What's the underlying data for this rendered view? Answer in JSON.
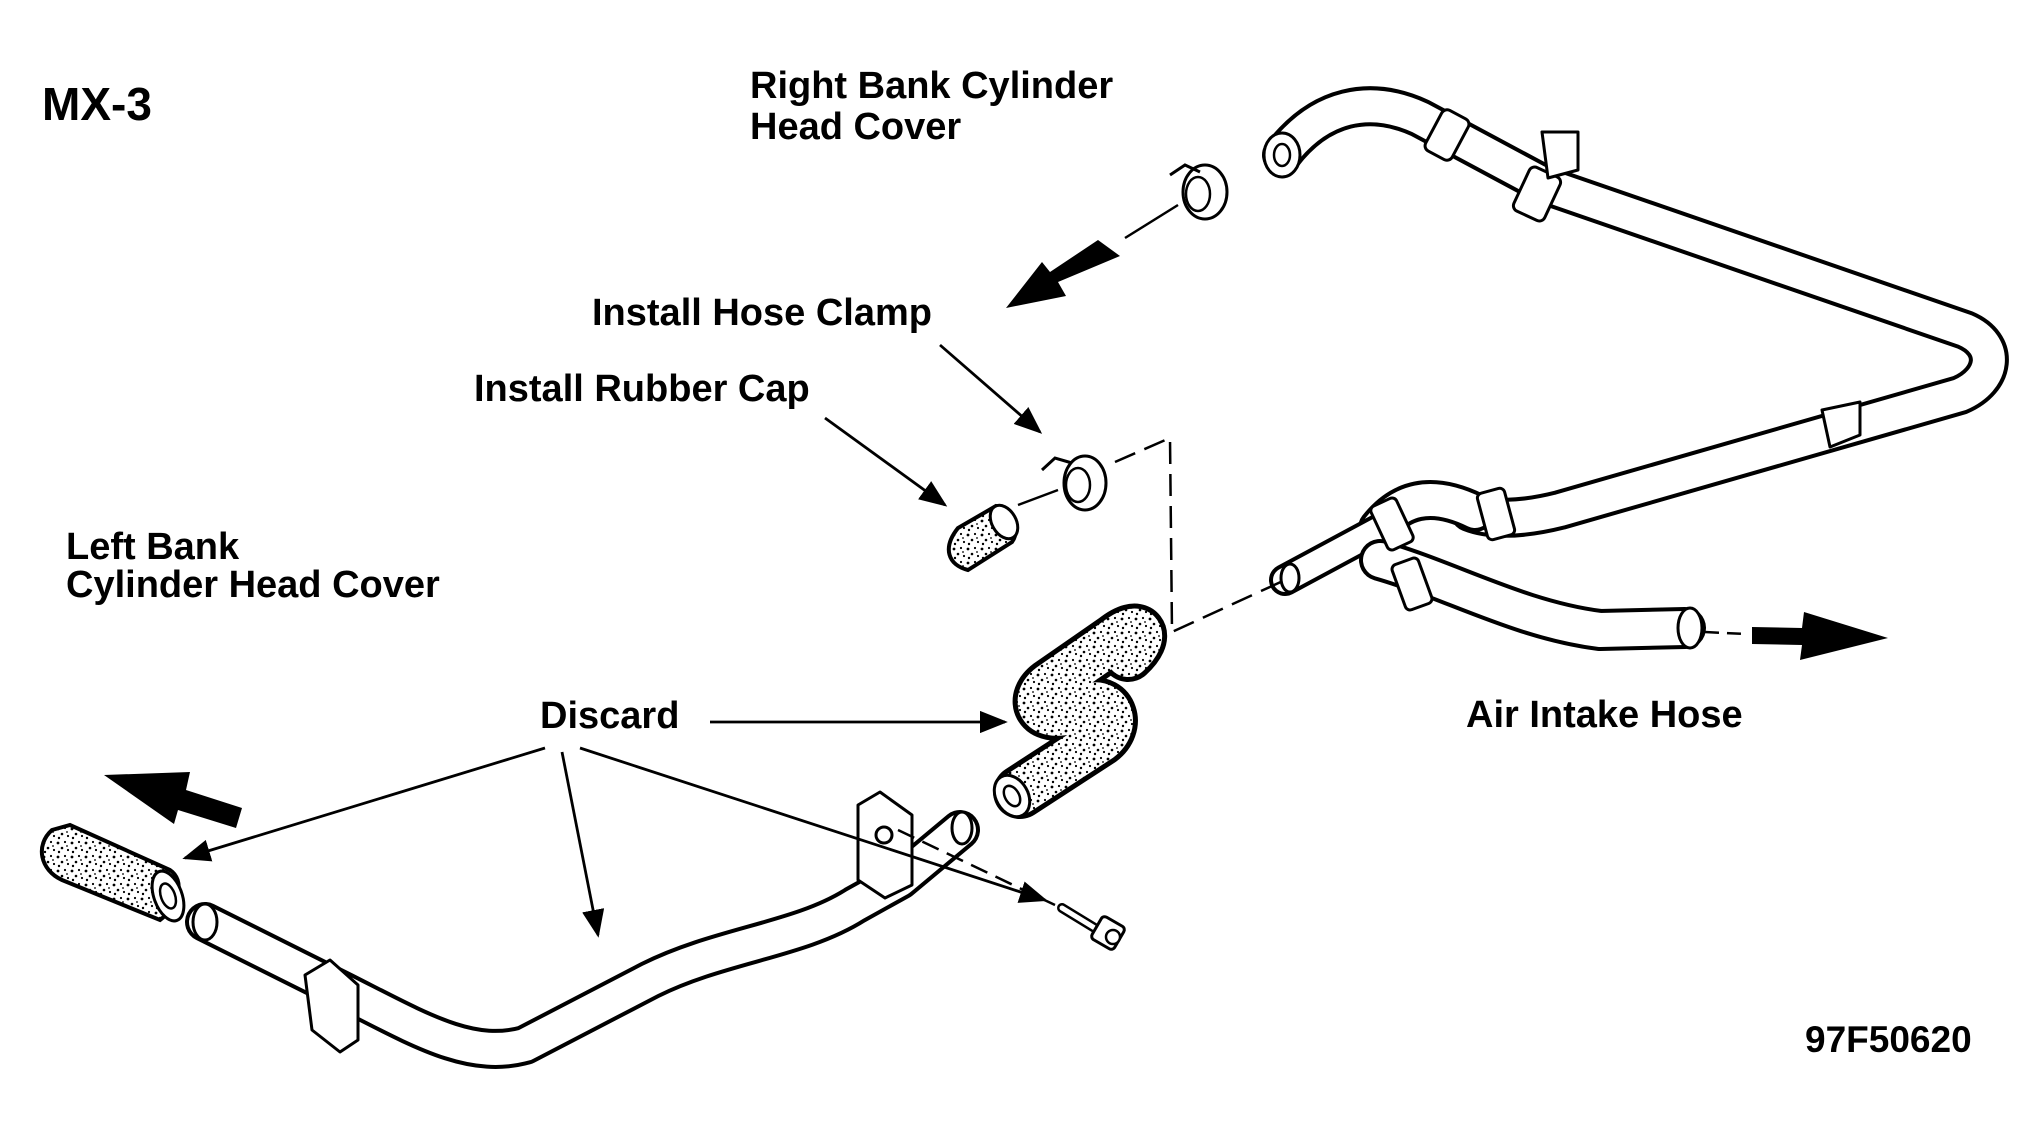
{
  "model": "MX-3",
  "figure_number": "97F50620",
  "labels": {
    "right_bank_line1": "Right Bank Cylinder",
    "right_bank_line2": "Head Cover",
    "install_hose_clamp": "Install Hose Clamp",
    "install_rubber_cap": "Install Rubber Cap",
    "left_bank_line1": "Left Bank",
    "left_bank_line2": "Cylinder Head Cover",
    "discard": "Discard",
    "air_intake_hose": "Air Intake Hose"
  },
  "colors": {
    "ink": "#000000",
    "paper": "#ffffff"
  }
}
